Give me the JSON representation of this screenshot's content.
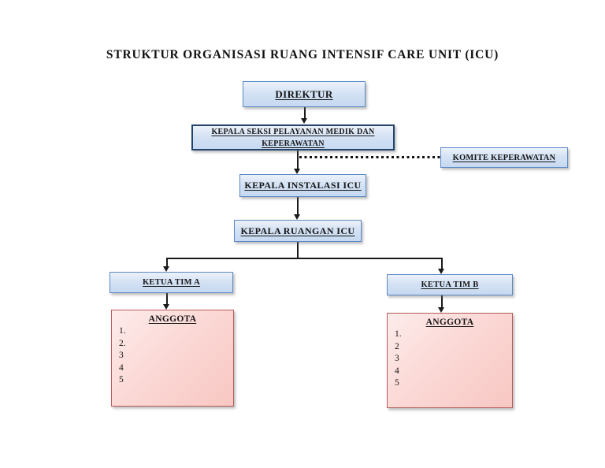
{
  "title": "STRUKTUR ORGANISASI RUANG INTENSIF CARE UNIT (ICU)",
  "nodes": {
    "direktur": {
      "label": "DIREKTUR"
    },
    "kepala_seksi": {
      "line1": "KEPALA SEKSI PELAYANAN MEDIK DAN",
      "line2": "KEPERAWATAN"
    },
    "komite": {
      "label": "KOMITE KEPERAWATAN"
    },
    "kepala_instalasi": {
      "label": "KEPALA INSTALASI ICU"
    },
    "kepala_ruangan": {
      "label": "KEPALA RUANGAN ICU"
    },
    "ketua_tim_a": {
      "label": "KETUA TIM A"
    },
    "ketua_tim_b": {
      "label": "KETUA TIM B"
    },
    "anggota_a": {
      "title": "ANGGOTA",
      "items": [
        "1.",
        "2.",
        "3",
        "4",
        "5"
      ]
    },
    "anggota_b": {
      "title": "ANGGOTA",
      "items": [
        "1.",
        "2",
        "3",
        "4",
        "5"
      ]
    }
  },
  "edges": [
    {
      "from": "direktur",
      "to": "kepala_seksi",
      "style": "solid-arrow"
    },
    {
      "from": "kepala_seksi",
      "to": "kepala_instalasi",
      "style": "solid-arrow"
    },
    {
      "from": "kepala_seksi",
      "to": "komite",
      "style": "dotted"
    },
    {
      "from": "kepala_instalasi",
      "to": "kepala_ruangan",
      "style": "solid-arrow"
    },
    {
      "from": "kepala_ruangan",
      "to": "ketua_tim_a",
      "style": "solid-arrow"
    },
    {
      "from": "kepala_ruangan",
      "to": "ketua_tim_b",
      "style": "solid-arrow"
    },
    {
      "from": "ketua_tim_a",
      "to": "anggota_a",
      "style": "solid-arrow"
    },
    {
      "from": "ketua_tim_b",
      "to": "anggota_b",
      "style": "solid-arrow"
    }
  ],
  "colors": {
    "blue_fill_top": "#ecf2fb",
    "blue_fill_bottom": "#c6d9f1",
    "blue_border": "#5b8ac6",
    "blue_border_dark": "#23456d",
    "pink_fill_top": "#fdeceb",
    "pink_fill_bottom": "#f8c7c3",
    "pink_border": "#b85c5c",
    "line": "#1a1a1a"
  }
}
